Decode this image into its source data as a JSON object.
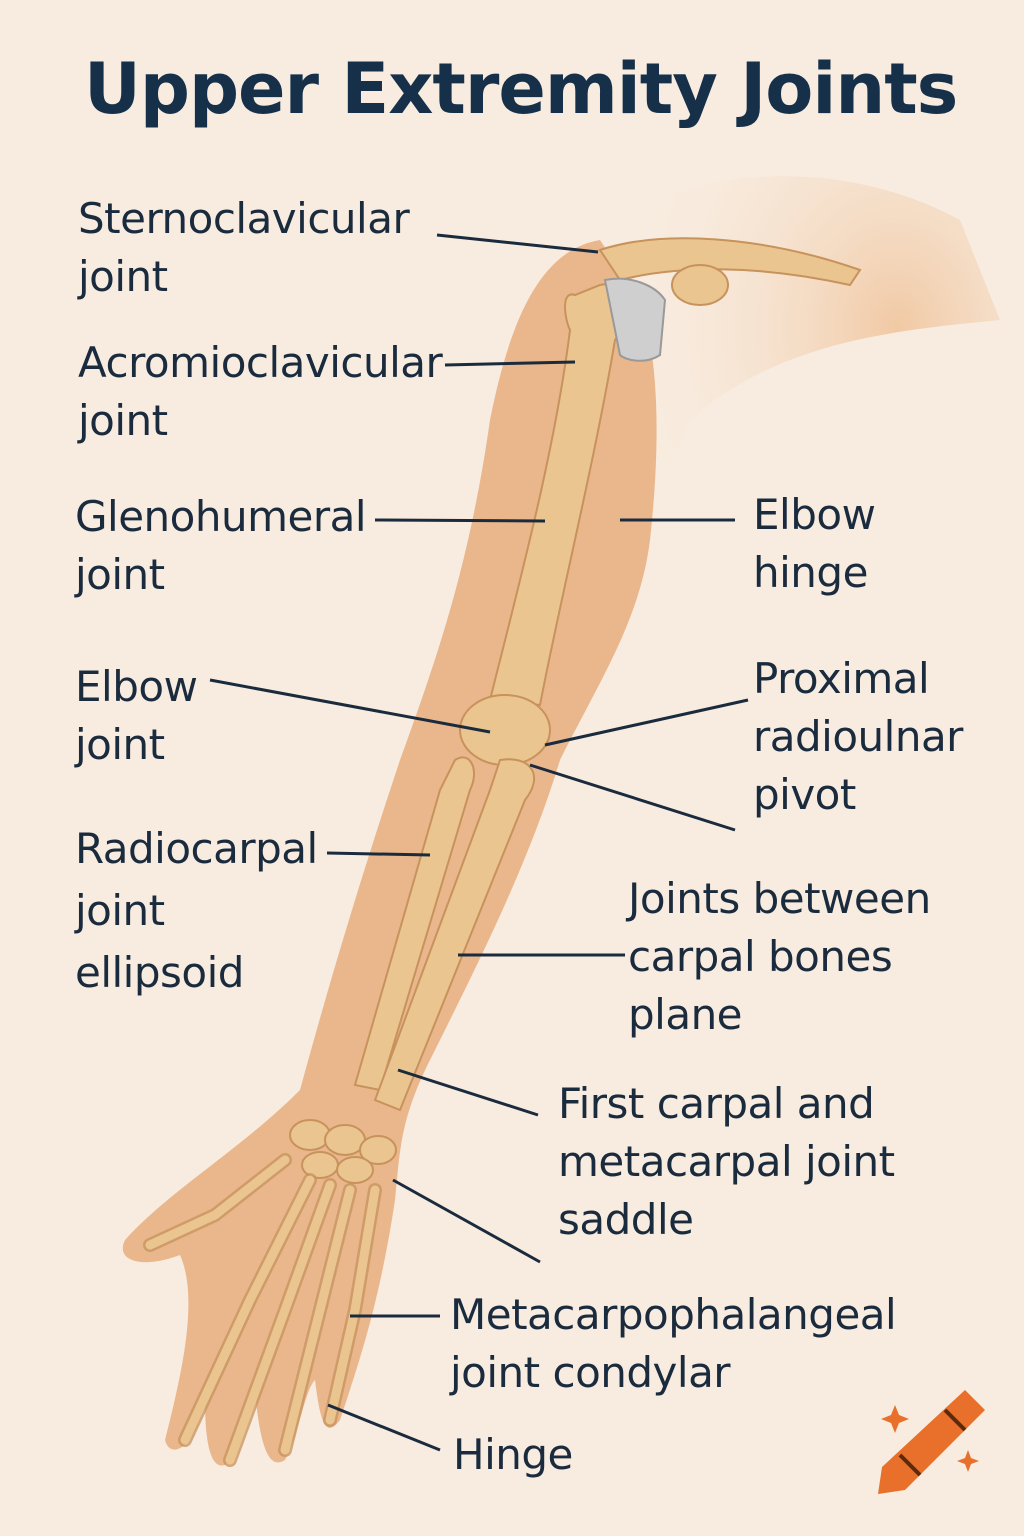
{
  "title": "Upper Extremity Joints",
  "labels": {
    "sternoclavicular": [
      "Sternoclavicular",
      "joint"
    ],
    "acromioclavicular": [
      "Acromioclavicular",
      "joint"
    ],
    "glenohumeral": [
      "Glenohumeral",
      "joint"
    ],
    "elbow_hinge": [
      "Elbow",
      "hinge"
    ],
    "elbow_joint": [
      "Elbow",
      "joint"
    ],
    "proximal_radioulnar": [
      "Proximal",
      "radioulnar",
      "pivot"
    ],
    "radiocarpal": [
      "Radiocarpal",
      "joint",
      "ellipsoid"
    ],
    "carpal_bones": [
      "Joints between",
      "carpal bones",
      "plane"
    ],
    "first_carpometacarpal": [
      "First carpal and",
      "metacarpal joint",
      "saddle"
    ],
    "metacarpophalangeal": [
      "Metacarpophalangeal",
      "joint condylar"
    ],
    "hinge": [
      "Hinge"
    ]
  },
  "colors": {
    "background": "#f8ece0",
    "skin": "#e8b184",
    "bone": "#ebc58f",
    "text": "#1b2b3e",
    "logo": "#e8702a"
  },
  "icons": [
    "crayon-logo-icon"
  ]
}
